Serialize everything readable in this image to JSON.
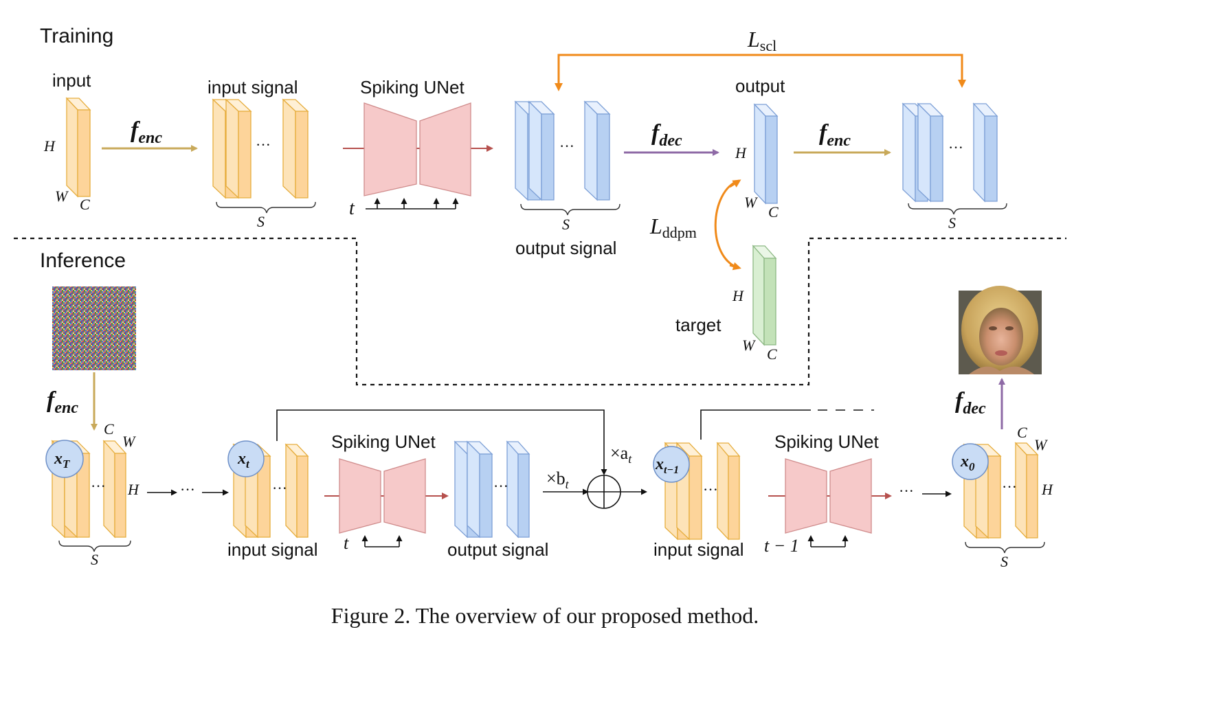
{
  "training": {
    "title": "Training",
    "input_label": "input",
    "input_signal_label": "input signal",
    "unet_label": "Spiking UNet",
    "output_label": "output",
    "output_signal_label": "output signal",
    "target_label": "target",
    "f_enc": "f",
    "f_enc_sub": "enc",
    "f_dec": "f",
    "f_dec_sub": "dec",
    "l_scl": "L",
    "l_scl_sub": "scl",
    "l_ddpm": "L",
    "l_ddpm_sub": "ddpm",
    "dim_h": "H",
    "dim_w": "W",
    "dim_c": "C",
    "dim_s": "S",
    "dots": "···",
    "time": "t"
  },
  "inference": {
    "title": "Inference",
    "f_enc": "f",
    "f_enc_sub": "enc",
    "f_dec": "f",
    "f_dec_sub": "dec",
    "x_T": "x",
    "x_T_sub": "T",
    "x_t": "x",
    "x_t_sub": "t",
    "x_t1": "x",
    "x_t1_sub": "t−1",
    "x_0": "x",
    "x_0_sub": "0",
    "unet_label": "Spiking UNet",
    "input_signal_label": "input signal",
    "output_signal_label": "output signal",
    "times_a": "×a",
    "times_a_sub": "t",
    "times_b": "×b",
    "times_b_sub": "t",
    "time_t": "t",
    "time_t1": "t − 1",
    "dots": "···"
  },
  "caption": "Figure 2. The overview of our proposed method.",
  "colors": {
    "orange_block": "#fde3b8",
    "blue_block": "#d6e6fb",
    "green_block": "#d9efd2",
    "unet": "#f6c9c9",
    "enc_arrow": "#c8a95a",
    "dec_arrow": "#8e6aa6",
    "loss_arrow": "#f08a1a",
    "unet_arrow": "#b6504d"
  }
}
